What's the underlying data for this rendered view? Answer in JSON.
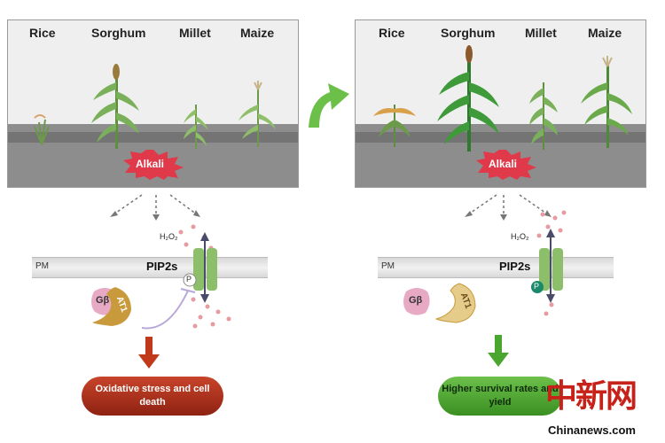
{
  "left_panel": {
    "crops": [
      "Rice",
      "Sorghum",
      "Millet",
      "Maize"
    ],
    "stress_label": "Alkali"
  },
  "right_panel": {
    "crops": [
      "Rice",
      "Sorghum",
      "Millet",
      "Maize"
    ],
    "stress_label": "Alkali"
  },
  "left_cell": {
    "membrane_label": "PM",
    "channel_label": "PIP2s",
    "h2o2_label": "H₂O₂",
    "g_protein_label": "Gβ",
    "at1_label": "AT1",
    "phospho_label": "P",
    "outcome": "Oxidative stress and cell death",
    "outcome_color": "#b3321c"
  },
  "right_cell": {
    "membrane_label": "PM",
    "channel_label": "PIP2s",
    "h2o2_label": "H₂O₂",
    "g_protein_label": "Gβ",
    "at1_label": "AT1",
    "phospho_label": "P",
    "outcome": "Higher survival rates and yield",
    "outcome_color": "#4aa62e"
  },
  "watermark": {
    "text": "中新网",
    "site": "Chinanews.com"
  },
  "colors": {
    "arrow_green": "#6cc04a",
    "arrow_red": "#c0391b",
    "alkali_red": "#e0394a",
    "channel_green": "#8dbf6a",
    "at1_gold": "#c99a3c"
  }
}
